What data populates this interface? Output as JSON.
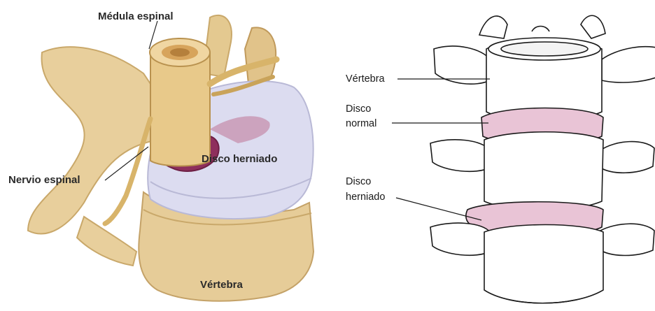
{
  "left_panel": {
    "labels": {
      "spinal_cord": "Médula espinal",
      "spinal_nerve": "Nervio espinal",
      "herniated_disc": "Disco herniado",
      "vertebra": "Vértebra"
    }
  },
  "right_panel": {
    "labels": {
      "vertebra": "Vértebra",
      "normal_disc_line1": "Disco",
      "normal_disc_line2": "normal",
      "herniated_disc_line1": "Disco",
      "herniated_disc_line2": "herniado"
    }
  },
  "colors": {
    "bone": "#e8cf9c",
    "bone_shadow": "#c9a86a",
    "disc_left": "#dcdcf0",
    "hernia": "#8e2f5c",
    "disc_right": "#e9c4d6",
    "nerve": "#d8b46a"
  }
}
